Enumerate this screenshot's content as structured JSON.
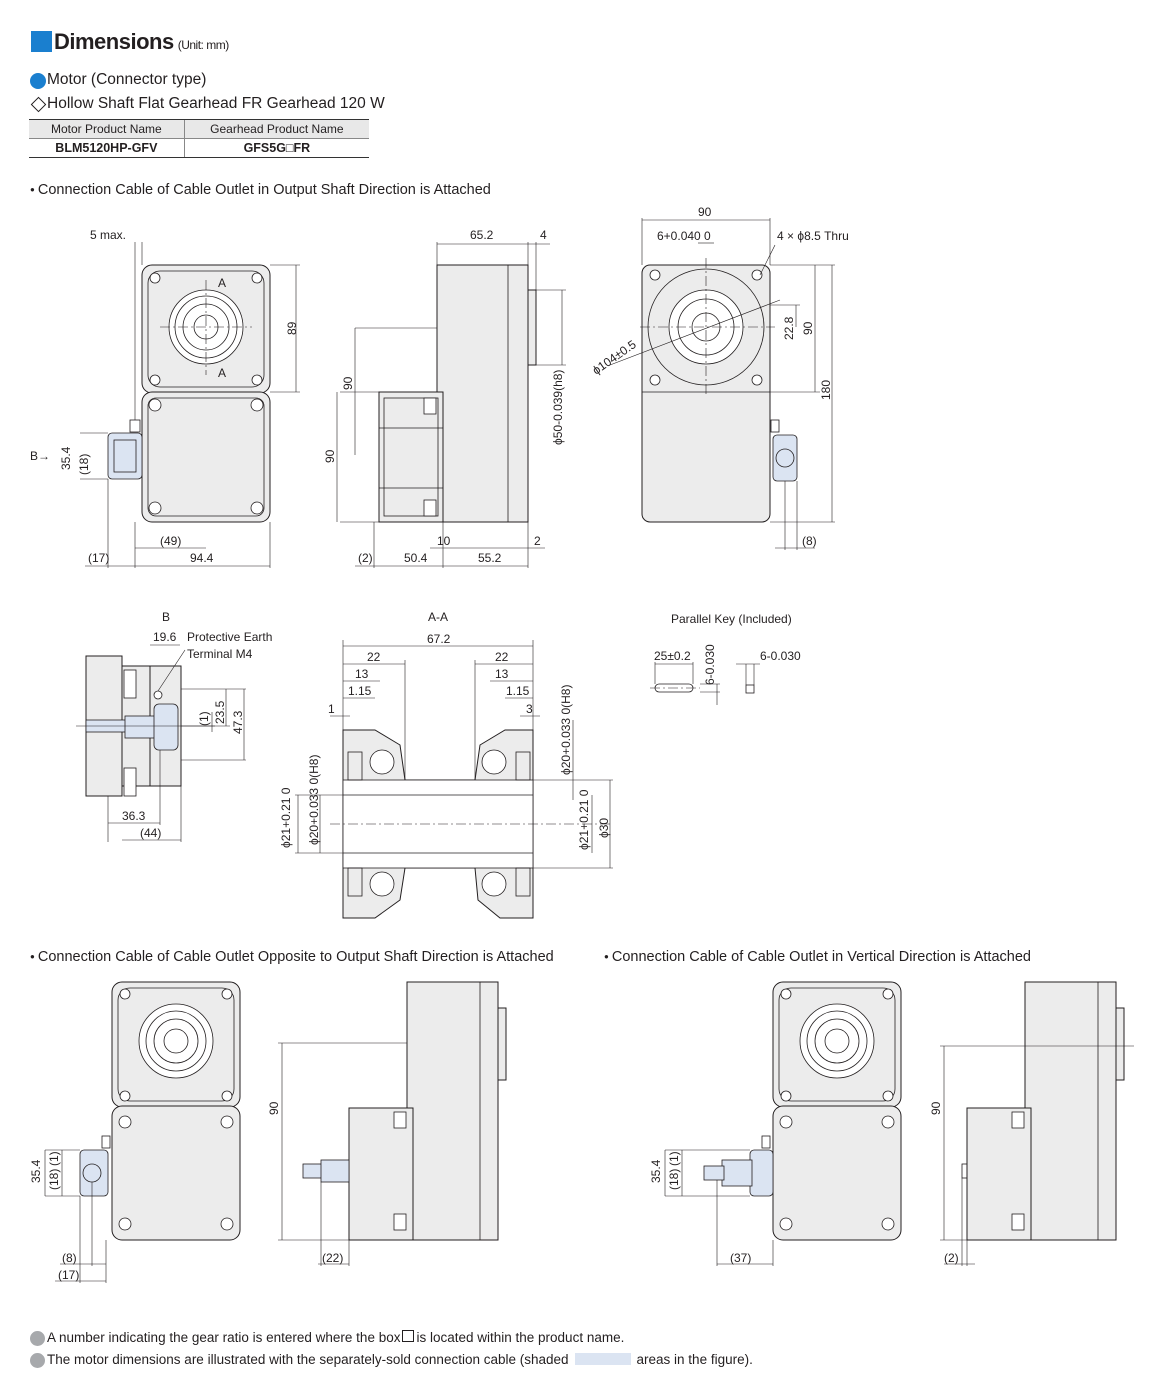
{
  "header": {
    "title": "Dimensions",
    "unit": "(Unit: mm)"
  },
  "section": {
    "motor_type": "Motor (Connector type)",
    "gearhead": "Hollow Shaft Flat Gearhead FR Gearhead 120 W"
  },
  "spec_table": {
    "headers": [
      "Motor Product Name",
      "Gearhead Product Name"
    ],
    "row": [
      "BLM5120HP-GFV",
      "GFS5G□FR"
    ]
  },
  "captions": {
    "output_shaft": "Connection Cable of Cable Outlet in Output Shaft Direction is Attached",
    "opposite": "Connection Cable of Cable Outlet Opposite to Output Shaft Direction is Attached",
    "vertical": "Connection Cable of Cable Outlet in Vertical Direction is Attached"
  },
  "view_labels": {
    "b": "B",
    "aa": "A-A",
    "key": "Parallel Key (Included)",
    "arrow_b": "B→",
    "section_a": "A"
  },
  "dims": {
    "front": {
      "five_max": "5 max.",
      "d89": "89",
      "d35_4": "35.4",
      "d18": "(18)",
      "d49": "(49)",
      "d17": "(17)",
      "d94_4": "94.4"
    },
    "side": {
      "d65_2": "65.2",
      "d4": "4",
      "d90a": "90",
      "d90b": "90",
      "phi50": "ϕ50-0.039(h8)",
      "d2a": "(2)",
      "d10": "10",
      "d2b": "2",
      "d50_4": "50.4",
      "d55_2": "55.2"
    },
    "rear": {
      "d90": "90",
      "d6": "6+0.040 0",
      "holes": "4 × ϕ8.5 Thru",
      "phi104": "ϕ104±0.5",
      "d22_8": "22.8",
      "d90v": "90",
      "d180": "180",
      "d8": "(8)"
    },
    "viewb": {
      "d19_6": "19.6",
      "pe": "Protective Earth",
      "term": "Terminal M4",
      "d1": "(1)",
      "d23_5": "23.5",
      "d47_3": "47.3",
      "d36_3": "36.3",
      "d44": "(44)"
    },
    "aa": {
      "d67_2": "67.2",
      "d22a": "22",
      "d22b": "22",
      "d13a": "13",
      "d13b": "13",
      "d1_15a": "1.15",
      "d1_15b": "1.15",
      "d1": "1",
      "d3": "3",
      "phi20h8a": "ϕ20+0.033 0(H8)",
      "phi20h8b": "ϕ20+0.033 0(H8)",
      "phi21a": "ϕ21+0.21 0",
      "phi21b": "ϕ21+0.21 0",
      "phi30": "ϕ30"
    },
    "key": {
      "len": "25±0.2",
      "h": "6-0.030",
      "w": "6-0.030"
    },
    "opp": {
      "d35_4": "35.4",
      "d18": "(18)",
      "d1": "(1)",
      "d8": "(8)",
      "d17": "(17)",
      "d90": "90",
      "d22": "(22)"
    },
    "vert": {
      "d35_4": "35.4",
      "d18": "(18)",
      "d1": "(1)",
      "d37": "(37)",
      "d90": "90",
      "d2": "(2)"
    }
  },
  "notes": {
    "n1a": "A number indicating the gear ratio is entered where the box",
    "n1b": "is located within the product name.",
    "n2a": "The motor dimensions are illustrated with the separately-sold connection cable (shaded",
    "n2b": "areas in the figure)."
  }
}
